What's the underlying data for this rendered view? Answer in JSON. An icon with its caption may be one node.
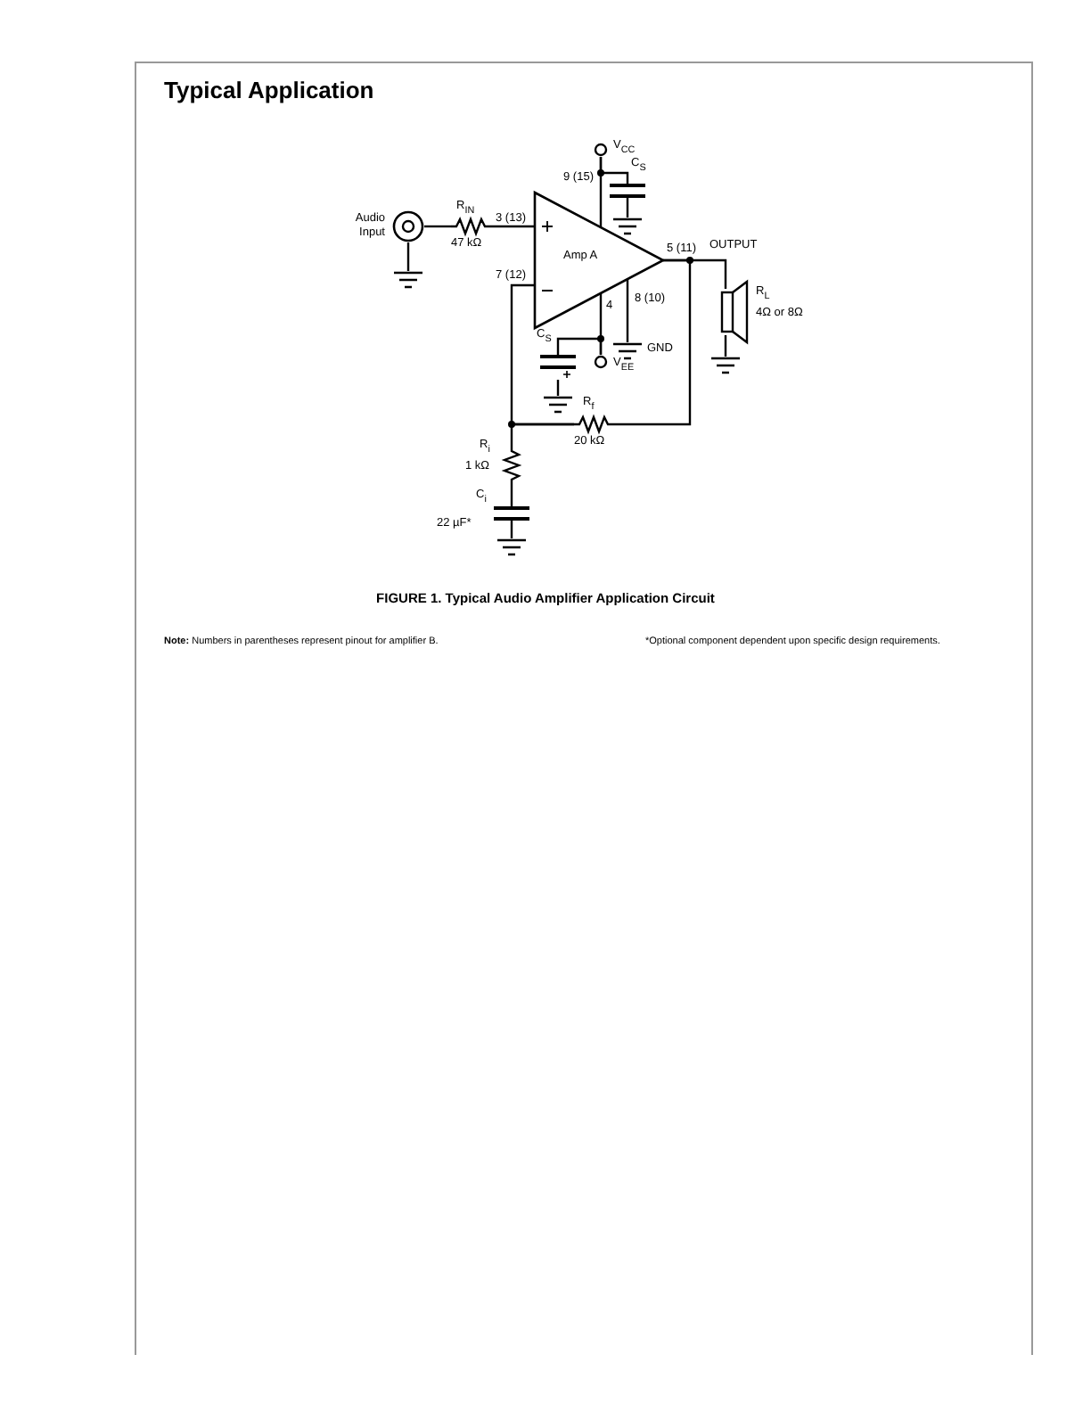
{
  "diagram": {
    "title": "Typical Application",
    "caption": "FIGURE 1. Typical Audio Amplifier Application Circuit",
    "nodes": [
      {
        "text": [
          "V$_{CC}$"
        ]
      },
      {
        "text": [
          "C$_{S}$"
        ]
      },
      {
        "text": [],
        "shape": "ground"
      },
      {
        "text": [
          "Audio Input"
        ]
      },
      {
        "text": [
          "R$_{IN}$",
          "47 kΩ"
        ]
      },
      {
        "text": [
          "Amp A"
        ],
        "beside": [
          "9 (15)",
          "3 (13)",
          "7 (12)",
          "5 (11)",
          "8 (10)",
          "4"
        ]
      },
      {
        "text": [
          "R$_{L}$",
          "4Ω or 8Ω"
        ]
      },
      {
        "text": [],
        "shape": "ground"
      },
      {
        "text": [
          "GND"
        ]
      },
      {
        "text": [
          "C$_{S}$"
        ]
      },
      {
        "text": [
          "V$_{EE}$"
        ]
      },
      {
        "text": [],
        "shape": "ground"
      },
      {
        "text": [],
        "shape": "ground"
      },
      {
        "text": [
          "R$_{f}$",
          "20 kΩ"
        ]
      },
      {
        "text": [
          "R$_{i}$",
          "1 kΩ"
        ]
      },
      {
        "text": [
          "C$_{i}$",
          "22 µF*"
        ]
      },
      {
        "text": [],
        "shape": "ground"
      }
    ],
    "edges": [
      {
        "from": 3,
        "to": 4,
        "arrow": "none"
      },
      {
        "from": 3,
        "to": 7,
        "arrow": "none"
      },
      {
        "from": 4,
        "to": 5,
        "arrow": "none"
      },
      {
        "from": 5,
        "to": 0,
        "arrow": "none"
      },
      {
        "from": 0,
        "to": 1,
        "arrow": "none"
      },
      {
        "from": 1,
        "to": 2,
        "arrow": "none"
      },
      {
        "from": 5,
        "to": 6,
        "arrow": "none"
      },
      {
        "from": 5,
        "to": 8,
        "arrow": "none"
      },
      {
        "from": 5,
        "to": 10,
        "arrow": "none"
      },
      {
        "from": 10,
        "to": 9,
        "arrow": "none"
      },
      {
        "from": 9,
        "to": 12,
        "arrow": "none"
      },
      {
        "from": 6,
        "to": 11,
        "arrow": "none"
      },
      {
        "from": 5,
        "to": 13,
        "arrow": "none"
      },
      {
        "from": 13,
        "to": 5,
        "arrow": "none"
      },
      {
        "from": 13,
        "to": 14,
        "arrow": "none"
      },
      {
        "from": 14,
        "to": 15,
        "arrow": "none"
      },
      {
        "from": 15,
        "to": 16,
        "arrow": "none"
      }
    ],
    "labels": [
      "OUTPUT",
      "**Note:** Numbers in parentheses represent pinout for amplifier B.",
      "*Optional component dependent upon specific design requirements."
    ]
  }
}
